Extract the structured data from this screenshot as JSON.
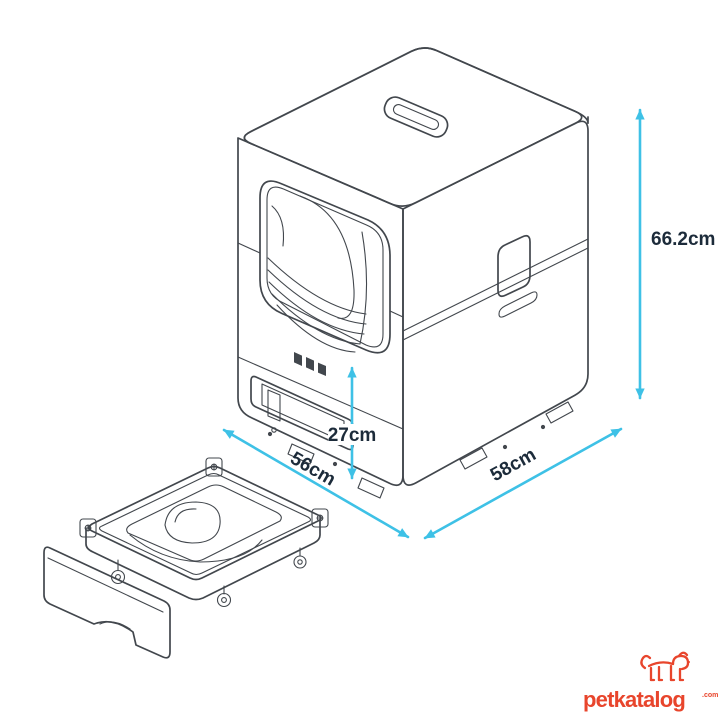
{
  "page": {
    "background_color": "#ffffff"
  },
  "colors": {
    "line_art": "#42474d",
    "dimension_accent": "#3ec1e6",
    "dimension_label": "#1c2b3a",
    "logo": "#e8452c"
  },
  "illustration": {
    "subject": "covered cat litter box line drawing",
    "secondary": "pull-out litter drawer line drawing"
  },
  "dimensions": {
    "total_height": {
      "label": "66.2cm"
    },
    "entry_height": {
      "label": "27cm"
    },
    "base_width": {
      "label": "56cm"
    },
    "base_depth": {
      "label": "58cm"
    }
  },
  "branding": {
    "logo_text": "petkatalog",
    "logo_suffix": ".com"
  }
}
